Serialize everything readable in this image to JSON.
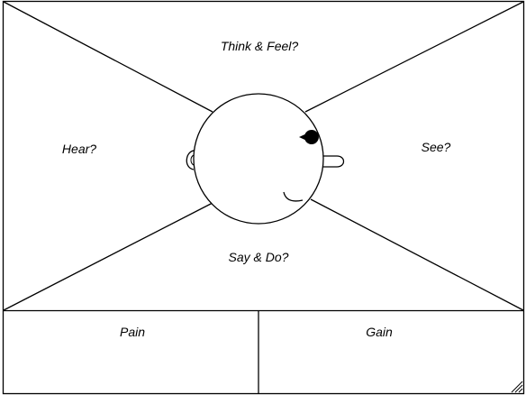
{
  "empathy_map": {
    "quadrants": {
      "top": "Think & Feel?",
      "left": "Hear?",
      "right": "See?",
      "bottom": "Say & Do?"
    },
    "panels": {
      "left": "Pain",
      "right": "Gain"
    }
  },
  "colors": {
    "stroke": "#000000",
    "background": "#ffffff"
  }
}
